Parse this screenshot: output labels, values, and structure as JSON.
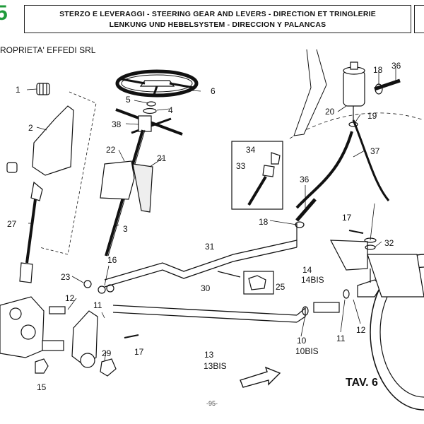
{
  "header": {
    "sheet_code": "5",
    "title_line1": "STERZO E LEVERAGGI - STEERING GEAR AND LEVERS - DIRECTION ET TRINGLERIE",
    "title_line2": "LENKUNG UND HEBELSYSTEM - DIRECCION Y PALANCAS"
  },
  "owner_note": "ROPRIETA' EFFEDI SRL",
  "cross_reference": "TAV. 6",
  "page_number": "-95-",
  "callouts": {
    "c1": "1",
    "c2": "2",
    "c3": "3",
    "c4": "4",
    "c5": "5",
    "c6": "6",
    "c10": "10",
    "c10bis": "10BIS",
    "c11a": "11",
    "c11b": "11",
    "c12": "12",
    "c13": "13",
    "c13bis": "13BIS",
    "c14": "14",
    "c14bis": "14BIS",
    "c15": "15",
    "c16": "16",
    "c17a": "17",
    "c17b": "17",
    "c18a": "18",
    "c18b": "18",
    "c19": "19",
    "c20": "20",
    "c21": "21",
    "c22": "22",
    "c23": "23",
    "c25": "25",
    "c27": "27",
    "c29": "29",
    "c30": "30",
    "c31": "31",
    "c32": "32",
    "c33": "33",
    "c34": "34",
    "c36a": "36",
    "c36b": "36",
    "c37": "37",
    "c38": "38"
  }
}
